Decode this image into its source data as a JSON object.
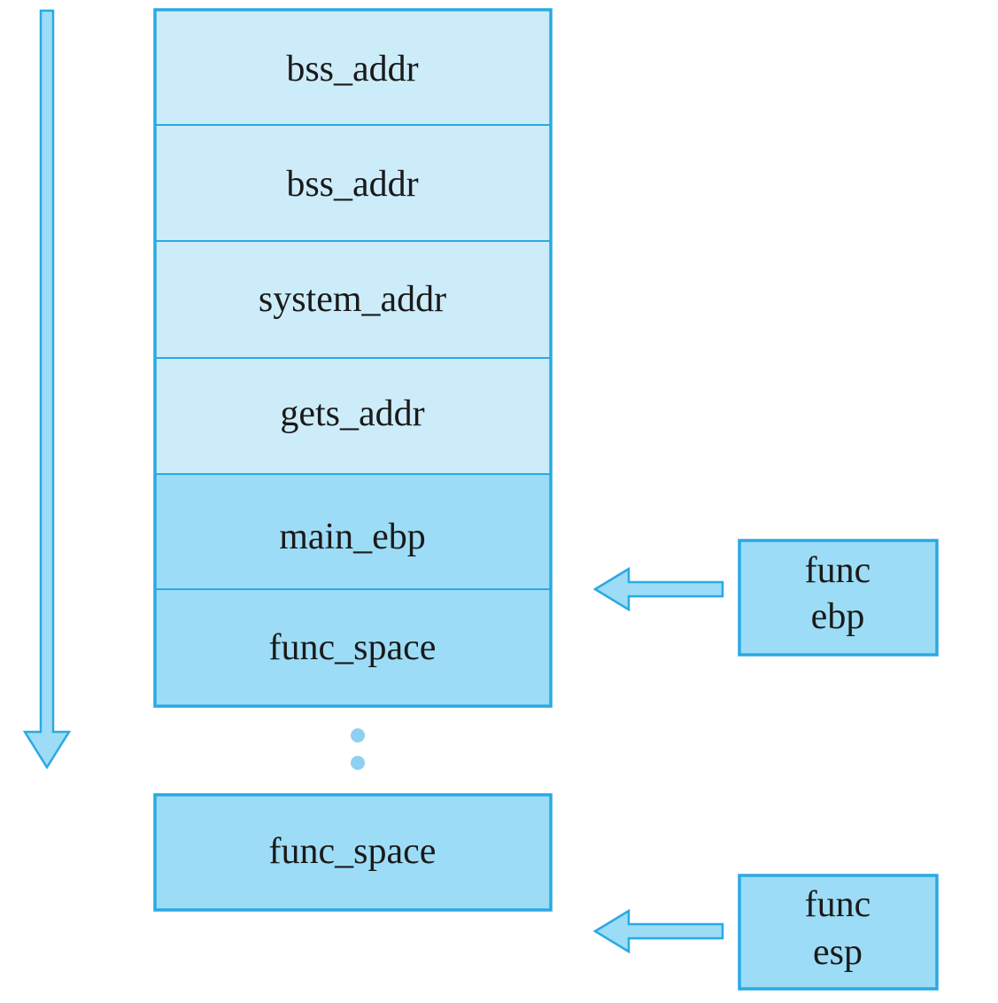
{
  "stack": {
    "cells": [
      {
        "label": "bss_addr",
        "shade": "light"
      },
      {
        "label": "bss_addr",
        "shade": "light"
      },
      {
        "label": "system_addr",
        "shade": "light"
      },
      {
        "label": "gets_addr",
        "shade": "light"
      },
      {
        "label": "main_ebp",
        "shade": "medium"
      },
      {
        "label": "func_space",
        "shade": "medium"
      }
    ],
    "bottom_cell": {
      "label": "func_space",
      "shade": "medium"
    }
  },
  "pointers": {
    "ebp": {
      "line1": "func",
      "line2": "ebp"
    },
    "esp": {
      "line1": "func",
      "line2": "esp"
    }
  },
  "colors": {
    "light_fill": "#cdecf9",
    "medium_fill": "#9ddcf6",
    "border": "#2aa9e3",
    "arrow_fill": "#9ddcf6",
    "arrow_stroke": "#2aa9e3",
    "dots": "#8fd0f0"
  }
}
